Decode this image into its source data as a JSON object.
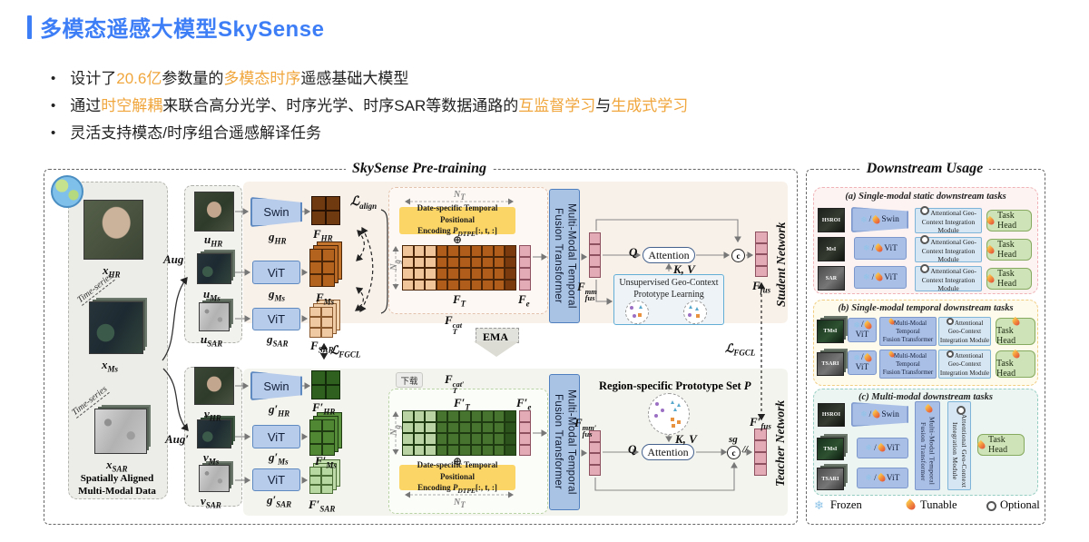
{
  "icons": {
    "frozen": "❄",
    "sep": "/"
  },
  "header": {
    "title": "多模态遥感大模型SkySense",
    "bullet1": {
      "p1": "设计了",
      "h1": "20.6亿",
      "p2": "参数量的",
      "h2": "多模态时序",
      "p3": "遥感基础大模型"
    },
    "bullet2": {
      "p1": "通过",
      "h1": "时空解耦",
      "p2": "来联合高分光学、时序光学、时序SAR等数据通路的",
      "h2": "互监督学习",
      "p3": "与",
      "h3": "生成式学习"
    },
    "bullet3": "灵活支持模态/时序组合遥感解译任务",
    "dot": "•"
  },
  "pretrain": {
    "title": "SkySense Pre-training",
    "download_badge": "下载",
    "ema": "EMA",
    "aug": "Aug",
    "aug_prime": "Aug′",
    "left": {
      "time_series": "Time-series",
      "x_hr": {
        "b": "x",
        "s": "HR"
      },
      "x_ms": {
        "b": "x",
        "s": "Ms"
      },
      "x_sar": {
        "b": "x",
        "s": "SAR"
      },
      "caption_line1": "Spatially Aligned",
      "caption_line2": "Multi-Modal Data"
    },
    "student": {
      "u_hr": {
        "b": "u",
        "s": "HR"
      },
      "u_ms": {
        "b": "u",
        "s": "Ms"
      },
      "u_sar": {
        "b": "u",
        "s": "SAR"
      },
      "swin": "Swin",
      "vit_ms": "ViT",
      "vit_sar": "ViT",
      "g_hr": {
        "b": "g",
        "s": "HR"
      },
      "g_ms": {
        "b": "g",
        "s": "Ms"
      },
      "g_sar": {
        "b": "g",
        "s": "SAR"
      },
      "f_hr": {
        "b": "F",
        "s": "HR"
      },
      "f_ms": {
        "b": "F",
        "s": "Ms"
      },
      "f_sar": {
        "b": "F",
        "s": "SAR"
      },
      "l_align": {
        "b": "ℒ",
        "s": "align"
      },
      "l_fgcl": {
        "b": "ℒ",
        "s": "FGCL"
      },
      "n_t": {
        "b": "N",
        "s": "T"
      },
      "n_g": {
        "b": "N",
        "s": "g"
      },
      "dtpe_line1": "Date-specific Temporal Positional",
      "dtpe_encoding": "Encoding ",
      "dtpe_p": {
        "b": "P",
        "s": "DTPE"
      },
      "dtpe_idx": "[:, t, :]",
      "plus": "⊕",
      "f_t": {
        "b": "F",
        "s": "T"
      },
      "f_e": {
        "b": "F",
        "s": "e"
      },
      "f_t_cat": {
        "b": "F",
        "s": "T",
        "p": "cat"
      },
      "fusion_transformer": "Multi-Modal Temporal Fusion Transformer",
      "f_fus_mm": {
        "b": "F",
        "s": "fus",
        "p": "mm"
      },
      "q": "Q",
      "kv": "K, V",
      "attention": "Attention",
      "proto_line1": "Unsupervised Geo-Context",
      "proto_line2": "Prototype Learning",
      "concat": "c",
      "f_fus": {
        "b": "F",
        "s": "fus"
      },
      "network_label": "Student Network"
    },
    "l_fgcl_right": {
      "b": "ℒ",
      "s": "FGCL"
    },
    "teacher": {
      "v_hr": {
        "b": "v",
        "s": "HR"
      },
      "v_ms": {
        "b": "v",
        "s": "Ms"
      },
      "v_sar": {
        "b": "v",
        "s": "SAR"
      },
      "swin": "Swin",
      "vit_ms": "ViT",
      "vit_sar": "ViT",
      "g_hr": {
        "b": "g′",
        "s": "HR"
      },
      "g_ms": {
        "b": "g′",
        "s": "Ms"
      },
      "g_sar": {
        "b": "g′",
        "s": "SAR"
      },
      "f_hr": {
        "b": "F′",
        "s": "HR"
      },
      "f_ms": {
        "b": "F′",
        "s": "Ms"
      },
      "f_sar": {
        "b": "F′",
        "s": "SAR"
      },
      "n_t": {
        "b": "N",
        "s": "T"
      },
      "n_g": {
        "b": "N",
        "s": "g"
      },
      "dtpe_line1": "Date-specific Temporal Positional",
      "dtpe_encoding": "Encoding ",
      "dtpe_p": {
        "b": "P",
        "s": "DTPE"
      },
      "dtpe_idx": "[:, t, :]",
      "plus": "⊕",
      "f_t": {
        "b": "F′",
        "s": "T"
      },
      "f_e": {
        "b": "F′",
        "s": "e"
      },
      "f_t_cat": {
        "b": "F",
        "s": "T",
        "p": "cat′"
      },
      "fusion_transformer": "Multi-Modal Temporal Fusion Transformer",
      "f_fus_mm": {
        "b": "F",
        "s": "fus",
        "p": "mm′"
      },
      "q": "Q",
      "kv": "K, V",
      "attention": "Attention",
      "region_title": "Region-specific Prototype Set ",
      "region_p": "P",
      "sg": "sg",
      "stopgrad": "//",
      "concat": "c",
      "f_fus": {
        "b": "F′",
        "s": "fus"
      },
      "network_label": "Teacher Network"
    }
  },
  "downstream": {
    "title": "Downstream Usage",
    "a": {
      "title": "(a) Single-modal static downstream tasks",
      "module_line1": "Attentional Geo-",
      "module_line2": "Context Integration Module",
      "head": "Task Head",
      "rows": [
        {
          "thumb": "HSROI",
          "encoder": "Swin"
        },
        {
          "thumb": "MsI",
          "encoder": "ViT"
        },
        {
          "thumb": "SAR",
          "encoder": "ViT"
        }
      ]
    },
    "b": {
      "title": "(b) Single-modal temporal downstream tasks",
      "encoder": "ViT",
      "fusion_line1": "Multi-Modal",
      "fusion_line2": "Temporal",
      "fusion_line3": "Fusion Transformer",
      "module_line1": "Attentional",
      "module_line2": "Geo-Context",
      "module_line3": "Integration Module",
      "head": "Task Head",
      "rows": [
        {
          "thumb": "TMsI"
        },
        {
          "thumb": "TSARI"
        }
      ]
    },
    "c": {
      "title": "(c) Multi-modal downstream tasks",
      "thumbs": [
        "HSROI",
        "TMsI",
        "TSARI"
      ],
      "encoders": [
        "Swin",
        "ViT",
        "ViT"
      ],
      "fusion": "Multi-Modal Temporal Fusion Transformer",
      "module": "Attentional Geo-Context Integration Module",
      "head": "Task Head"
    },
    "legend": {
      "frozen": "Frozen",
      "tunable": "Tunable",
      "optional": "Optional"
    }
  }
}
